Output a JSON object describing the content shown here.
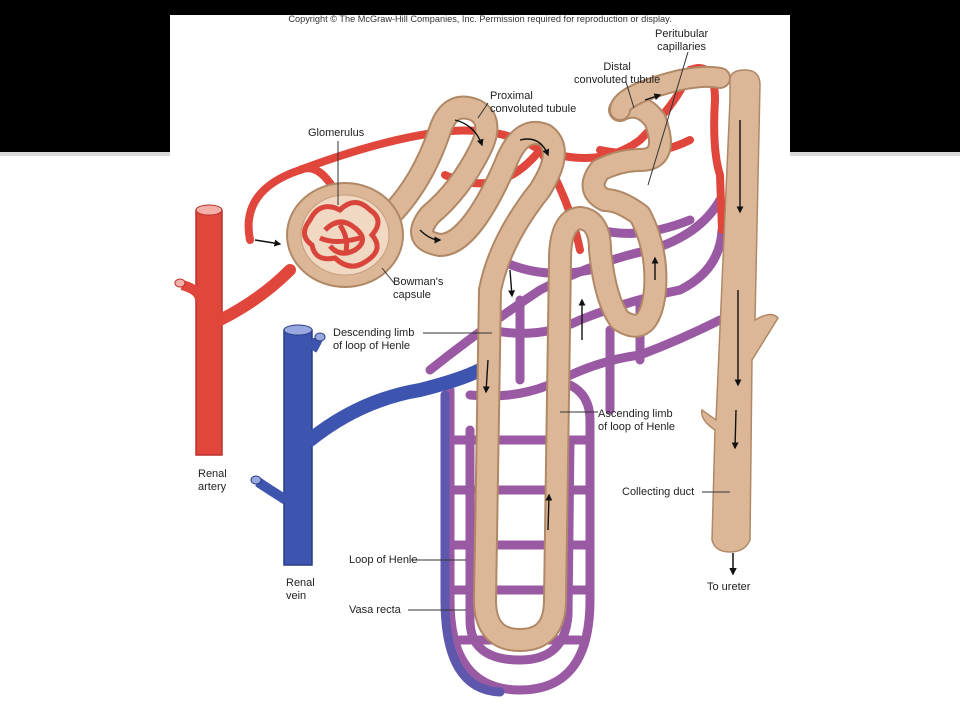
{
  "copyright": "Copyright © The McGraw-Hill Companies, Inc. Permission required for reproduction or display.",
  "labels": {
    "peritubular": [
      "Peritubular",
      "capillaries"
    ],
    "distal": [
      "Distal",
      "convoluted tubule"
    ],
    "proximal": [
      "Proximal",
      "convoluted tubule"
    ],
    "glomerulus": "Glomerulus",
    "bowmans": [
      "Bowman's",
      "capsule"
    ],
    "descending": [
      "Descending limb",
      "of loop of Henle"
    ],
    "ascending": [
      "Ascending limb",
      "of loop of Henle"
    ],
    "renal_artery": [
      "Renal",
      "artery"
    ],
    "renal_vein": [
      "Renal",
      "vein"
    ],
    "collecting_duct": "Collecting duct",
    "loop_henle": "Loop of Henle",
    "vasa_recta": "Vasa recta",
    "to_ureter": "To ureter"
  },
  "colors": {
    "artery": "#e0463c",
    "vein": "#3e55b0",
    "capillary": "#9a5aa3",
    "tubule": "#dcb797",
    "tubule_edge": "#b08866",
    "glomerulus": "#d9453a"
  }
}
